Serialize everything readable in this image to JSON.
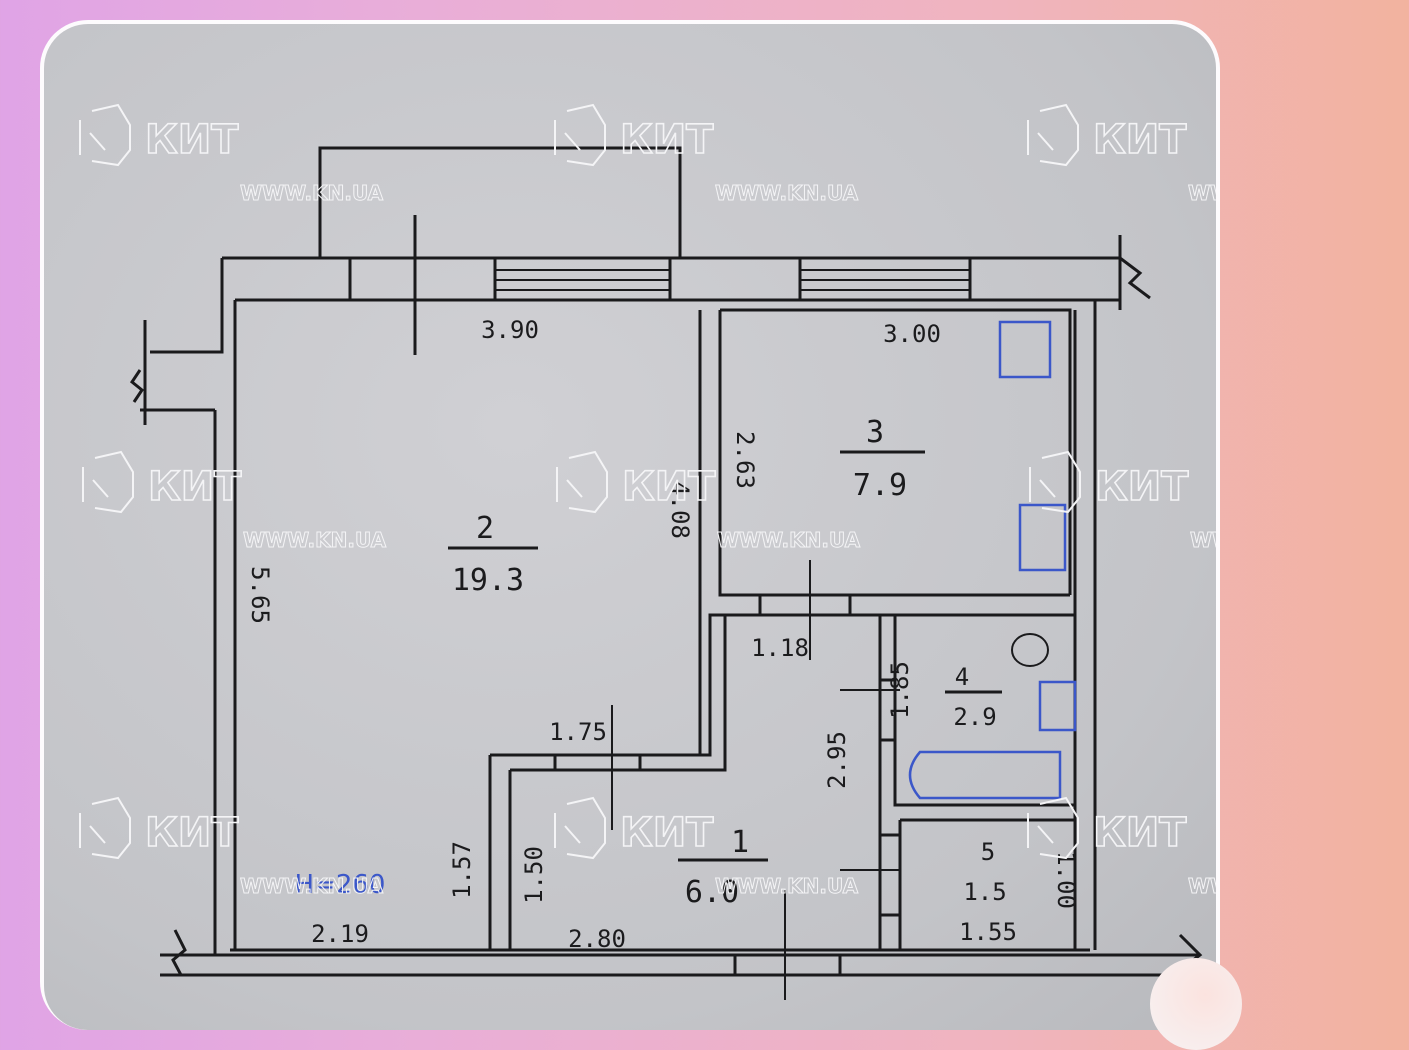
{
  "watermark": {
    "brand": "КИТ",
    "url": "WWW.KN.UA"
  },
  "rooms": [
    {
      "number": "1",
      "area": "6.0"
    },
    {
      "number": "2",
      "area": "19.3"
    },
    {
      "number": "3",
      "area": "7.9"
    },
    {
      "number": "4",
      "area": "2.9"
    },
    {
      "number": "5",
      "area": "1.5"
    }
  ],
  "dimensions": {
    "room2_top": "3.90",
    "room3_top": "3.00",
    "room2_left": "5.65",
    "room2_right": "4.08",
    "room3_left": "2.63",
    "corridor_top": "1.18",
    "corridor_step": "1.75",
    "corridor_height": "2.95",
    "bath_height": "1.85",
    "room2_step": "1.57",
    "room1_step": "1.50",
    "room2_bottom": "2.19",
    "room1_bottom": "2.80",
    "wc_bottom": "1.55",
    "wc_height": "1.00"
  },
  "handwritten_note": "H=260",
  "colors": {
    "ink": "#1a1a1c",
    "blue_ink": "#3b57c9",
    "paper": "#c6c7cb"
  }
}
